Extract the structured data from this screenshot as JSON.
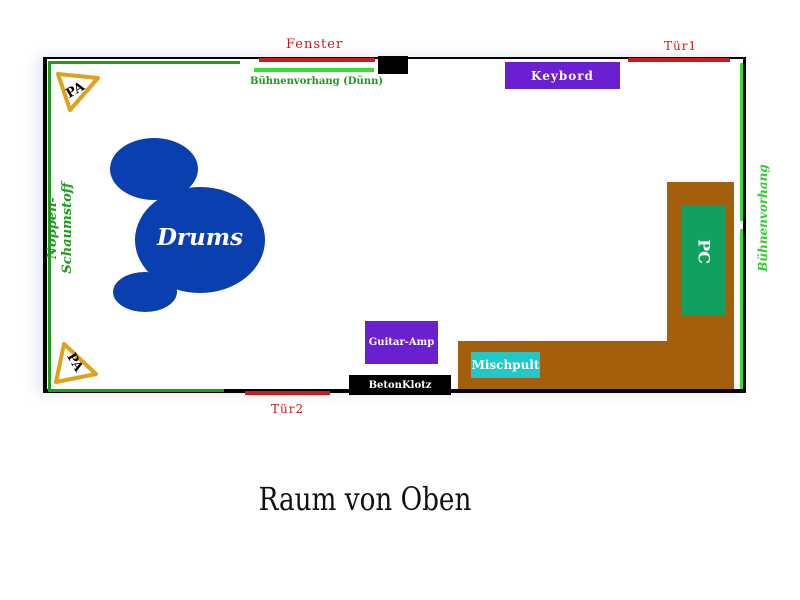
{
  "labels": {
    "fenster": "Fenster",
    "tuer1": "Tür1",
    "tuer2": "Tür2",
    "vorhang_duenn": "Bühnenvorhang (Dünn)",
    "vorhang_rechts": "Bühnenvorhang",
    "noppen": "Noppen-Schaumstoff",
    "drums": "Drums",
    "keybord": "Keybord",
    "pc": "PC",
    "guitar_amp": "Guitar-Amp",
    "mischpult": "Mischpult",
    "betonklotz": "BetonKlotz",
    "pa_top": "PA",
    "pa_bottom": "PA"
  },
  "caption": "Raum von Oben",
  "colors": {
    "wall": "#000000",
    "door_window": "#cc1a1a",
    "foam": "#1f9a1f",
    "curtain": "#33dd33",
    "drums": "#0a3fb0",
    "purple": "#6a1fd0",
    "desk": "#a35f0c",
    "pc": "#11a060",
    "mixer": "#22c8c8",
    "pa_fill": "#e0a020"
  }
}
